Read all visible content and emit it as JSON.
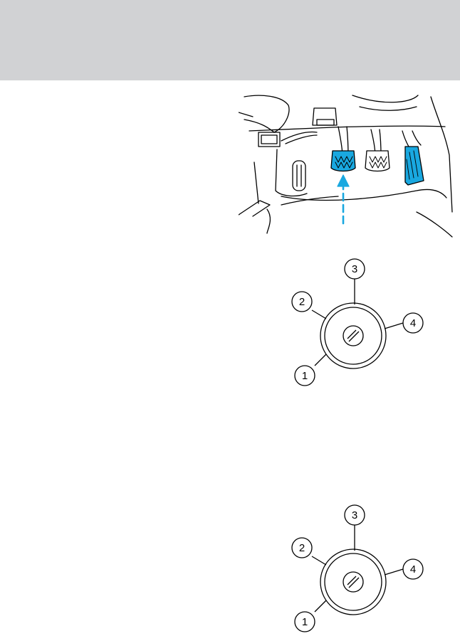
{
  "header": {
    "band_color": "#d1d2d4"
  },
  "figure_pedals": {
    "icon": "pedal-area-illustration",
    "highlight_color": "#19a8e0",
    "arrow_color": "#19a8e0"
  },
  "ignition_figures": [
    {
      "labels": [
        "1",
        "2",
        "3",
        "4"
      ]
    },
    {
      "labels": [
        "1",
        "2",
        "3",
        "4"
      ]
    }
  ]
}
